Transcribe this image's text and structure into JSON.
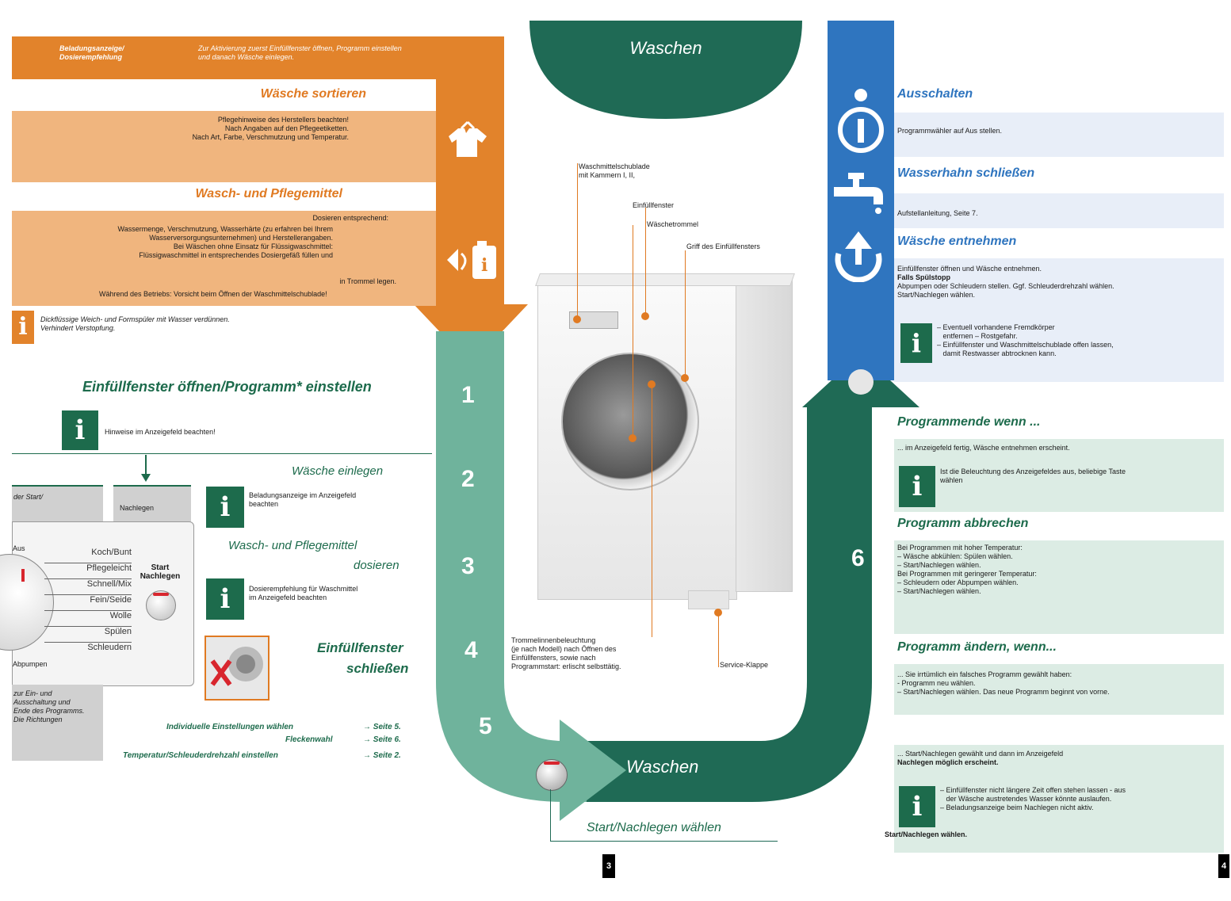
{
  "left": {
    "top_band": {
      "label": "Beladungsanzeige/\nDosierempfehlung",
      "text": "Zur Aktivierung zuerst Einfüllfenster öffnen, Programm einstellen\nund danach Wäsche einlegen."
    },
    "sort": {
      "title": "Wäsche sortieren",
      "lines": [
        "Pflegehinweise des Herstellers beachten!",
        "Nach Angaben auf den Pflegeetiketten.",
        "Nach Art, Farbe, Verschmutzung und Temperatur."
      ]
    },
    "detergent": {
      "title": "Wasch- und Pflegemittel",
      "right_line": "Dosieren entsprechend:",
      "lines": [
        "Wassermenge, Verschmutzung, Wasserhärte (zu erfahren bei Ihrem",
        "Wasserversorgungsunternehmen) und Herstellerangaben.",
        "Bei Wäschen ohne Einsatz für Flüssigwaschmittel:",
        "Flüssigwaschmittel in entsprechendes Dosiergefäß füllen und",
        "in Trommel legen."
      ],
      "warning": "Während des Betriebs: Vorsicht beim Öffnen der Waschmittelschublade!"
    },
    "info1": "Dickflüssige Weich- und Formspüler mit Wasser verdünnen.\nVerhindert Verstopfung.",
    "open_title": "Einfüllfenster öffnen/Programm* einstellen",
    "open_note": "Hinweise im Anzeigefeld beachten!",
    "bar_left": "der Start/",
    "bar_right": "Nachlegen",
    "panel_items": [
      "Koch/Bunt",
      "Pflegeleicht",
      "Schnell/Mix",
      "Fein/Seide",
      "Wolle",
      "Spülen",
      "Schleudern"
    ],
    "panel_aus": "Aus",
    "panel_pumpen": "Abpumpen",
    "start_label": "Start\nNachlegen",
    "grey_text": "zur Ein- und\nAusschaltung und\nEnde des Programms.\nDie Richtungen",
    "load_title": "Wäsche einlegen",
    "load_note": "Beladungsanzeige im Anzeigefeld\nbeachten",
    "dose_title1": "Wasch- und Pflegemittel",
    "dose_title2": "dosieren",
    "dose_note": "Dosierempfehlung für Waschmittel\nim Anzeigefeld beachten",
    "close_title1": "Einfüllfenster",
    "close_title2": "schließen",
    "links": [
      {
        "text": "Individuelle Einstellungen wählen",
        "ref": "→ Seite 5."
      },
      {
        "text": "Fleckenwahl",
        "ref": "→ Seite 6."
      },
      {
        "text": "Temperatur/Schleuderdrehzahl einstellen",
        "ref": "→ Seite 2."
      }
    ]
  },
  "center": {
    "top_title": "Waschen",
    "bottom_title": "Waschen",
    "steps": [
      "1",
      "2",
      "3",
      "4",
      "5",
      "6"
    ],
    "labels": {
      "drawer": "Waschmittelschublade\nmit Kammern I, II,",
      "window": "Einfüllfenster",
      "drum": "Wäschetrommel",
      "handle": "Griff des Einfüllfensters",
      "drum_light": "Trommelinnenbeleuchtung\n(je nach Modell) nach Öffnen des\nEinfüllfensters, sowie nach\nProgrammstart: erlischt selbsttätig.",
      "service": "Service-Klappe"
    },
    "start_caption": "Start/Nachlegen wählen",
    "page_number": "3"
  },
  "right": {
    "off_title": "Ausschalten",
    "off_text": "Programmwähler auf Aus stellen.",
    "tap_title": "Wasserhahn schließen",
    "tap_text": "Aufstellanleitung, Seite 7.",
    "remove_title": "Wäsche entnehmen",
    "remove_lines": [
      "Einfüllfenster öffnen und Wäsche entnehmen.",
      "Falls Spülstopp",
      "Abpumpen oder Schleudern stellen. Ggf. Schleuderdrehzahl wählen.",
      "Start/Nachlegen wählen."
    ],
    "remove_info": "– Eventuell vorhandene Fremdkörper\n   entfernen – Rostgefahr.\n– Einfüllfenster und Waschmittelschublade offen lassen,\n   damit Restwasser abtrocknen kann.",
    "end_title": "Programmende wenn ...",
    "end_text": "... im Anzeigefeld fertig, Wäsche entnehmen erscheint.",
    "end_info": "Ist die Beleuchtung des Anzeigefeldes aus, beliebige Taste\nwählen",
    "cancel_title": "Programm abbrechen",
    "cancel_lines": [
      "Bei Programmen mit hoher Temperatur:",
      "– Wäsche abkühlen: Spülen wählen.",
      "– Start/Nachlegen wählen.",
      "Bei Programmen mit geringerer Temperatur:",
      "– Schleudern oder Abpumpen wählen.",
      "– Start/Nachlegen wählen."
    ],
    "change_title": "Programm ändern, wenn...",
    "change_lines": [
      "... Sie irrtümlich ein falsches Programm gewählt haben:",
      "- Programm neu wählen.",
      "– Start/Nachlegen wählen. Das neue Programm beginnt von vorne."
    ],
    "add_lines": [
      "... Start/Nachlegen gewählt und dann im Anzeigefeld",
      "Nachlegen möglich erscheint."
    ],
    "add_info": "– Einfüllfenster nicht längere Zeit offen stehen lassen - aus\n   der Wäsche austretendes Wasser könnte auslaufen.\n– Beladungsanzeige beim Nachlegen nicht aktiv.",
    "add_last": "Start/Nachlegen wählen.",
    "page_number": "4"
  },
  "colors": {
    "orange": "#e2832b",
    "teal": "#6fb39c",
    "dark_green": "#1f6a55",
    "blue": "#2f75bf"
  }
}
